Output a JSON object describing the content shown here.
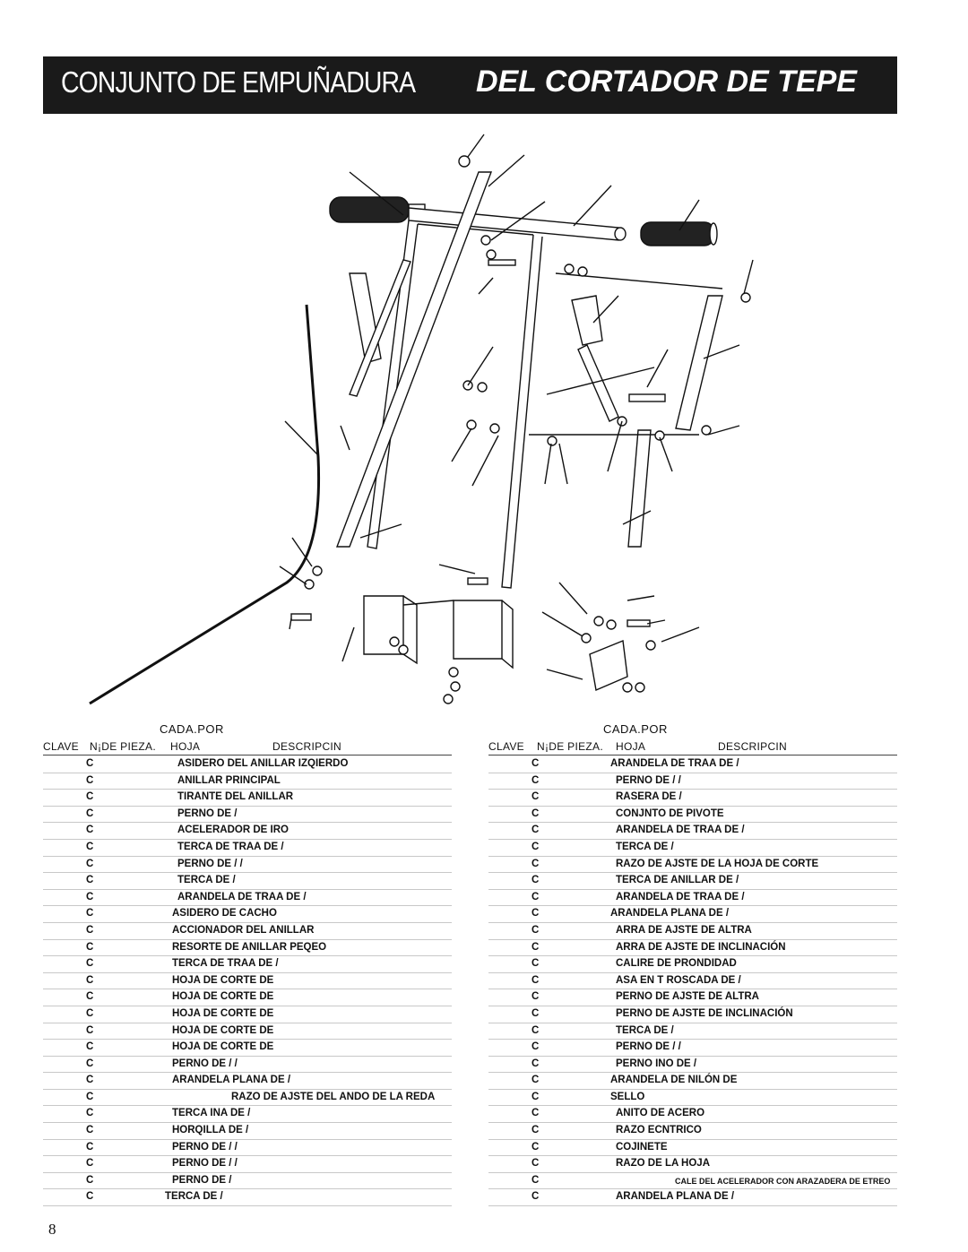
{
  "header": {
    "left_title": "CONJUNTO DE EMPUÑADURA",
    "right_title": "DEL CORTADOR DE TEPE"
  },
  "table_header": {
    "cada_por": "CADA.POR",
    "clave": "CLAVE",
    "parte": "N¡DE PIEZA.",
    "hoja": "HOJA",
    "descripcion": "DESCRIPCIN"
  },
  "left_rows": [
    {
      "clave": "C",
      "desc": "ASIDERO DEL ANILLAR IZQIERDO"
    },
    {
      "clave": "C",
      "desc": "ANILLAR PRINCIPAL"
    },
    {
      "clave": "C",
      "desc": "TIRANTE DEL ANILLAR"
    },
    {
      "clave": "C",
      "desc": "PERNO DE /"
    },
    {
      "clave": "C",
      "desc": "ACELERADOR DE IRO"
    },
    {
      "clave": "C",
      "desc": "TERCA DE TRAA DE /"
    },
    {
      "clave": "C",
      "desc": "PERNO DE /  /"
    },
    {
      "clave": "C",
      "desc": "TERCA DE /"
    },
    {
      "clave": "C",
      "desc": "ARANDELA DE TRAA DE /"
    },
    {
      "clave": "C",
      "desc": "ASIDERO DE CACHO"
    },
    {
      "clave": "C",
      "desc": "ACCIONADOR DEL ANILLAR"
    },
    {
      "clave": "C",
      "desc": "RESORTE DE ANILLAR PEQEO"
    },
    {
      "clave": "C",
      "desc": "TERCA DE TRAA DE /"
    },
    {
      "clave": "C",
      "desc": "HOJA DE CORTE DE"
    },
    {
      "clave": "C",
      "desc": "HOJA DE CORTE DE"
    },
    {
      "clave": "C",
      "desc": "HOJA DE CORTE DE"
    },
    {
      "clave": "C",
      "desc": "HOJA DE CORTE DE"
    },
    {
      "clave": "C",
      "desc": "HOJA DE CORTE DE"
    },
    {
      "clave": "C",
      "desc": "PERNO DE /  /"
    },
    {
      "clave": "C",
      "desc": "ARANDELA PLANA DE /"
    },
    {
      "clave": "C",
      "desc": "RAZO DE AJSTE DEL ANDO DE LA REDA"
    },
    {
      "clave": "C",
      "desc": "TERCA INA DE /"
    },
    {
      "clave": "C",
      "desc": "HORQILLA DE /"
    },
    {
      "clave": "C",
      "desc": "PERNO DE /  /"
    },
    {
      "clave": "C",
      "desc": "PERNO DE /  /"
    },
    {
      "clave": "C",
      "desc": "PERNO DE /"
    },
    {
      "clave": "C",
      "desc": "TERCA DE /"
    }
  ],
  "right_rows": [
    {
      "clave": "C",
      "desc": "ARANDELA DE TRAA DE /"
    },
    {
      "clave": "C",
      "desc": "PERNO DE /  /"
    },
    {
      "clave": "C",
      "desc": "RASERA DE /"
    },
    {
      "clave": "C",
      "desc": "CONJNTO DE PIVOTE"
    },
    {
      "clave": "C",
      "desc": "ARANDELA DE TRAA DE /"
    },
    {
      "clave": "C",
      "desc": "TERCA DE /"
    },
    {
      "clave": "C",
      "desc": "RAZO DE AJSTE DE LA HOJA DE CORTE"
    },
    {
      "clave": "C",
      "desc": "TERCA DE ANILLAR DE /"
    },
    {
      "clave": "C",
      "desc": "ARANDELA DE TRAA DE /"
    },
    {
      "clave": "C",
      "desc": "ARANDELA PLANA DE /"
    },
    {
      "clave": "C",
      "desc": "ARRA DE AJSTE DE ALTRA"
    },
    {
      "clave": "C",
      "desc": "ARRA DE AJSTE DE INCLINACIÓN"
    },
    {
      "clave": "C",
      "desc": "CALIRE DE PRONDIDAD"
    },
    {
      "clave": "C",
      "desc": "ASA EN T ROSCADA DE /"
    },
    {
      "clave": "C",
      "desc": "PERNO DE AJSTE DE ALTRA"
    },
    {
      "clave": "C",
      "desc": "PERNO DE AJSTE DE INCLINACIÓN"
    },
    {
      "clave": "C",
      "desc": "TERCA DE /"
    },
    {
      "clave": "C",
      "desc": "PERNO DE /  /"
    },
    {
      "clave": "C",
      "desc": "PERNO INO DE /"
    },
    {
      "clave": "C",
      "desc": "ARANDELA DE NILÓN DE"
    },
    {
      "clave": "C",
      "desc": "SELLO"
    },
    {
      "clave": "C",
      "desc": "ANITO DE ACERO"
    },
    {
      "clave": "C",
      "desc": "RAZO ECNTRICO"
    },
    {
      "clave": "C",
      "desc": "COJINETE"
    },
    {
      "clave": "C",
      "desc": "RAZO DE LA HOJA"
    },
    {
      "clave": "C",
      "desc": "CALE DEL ACELERADOR CON ARAZADERA DE ETREO"
    },
    {
      "clave": "C",
      "desc": "ARANDELA PLANA DE /"
    }
  ],
  "page_number": "8"
}
